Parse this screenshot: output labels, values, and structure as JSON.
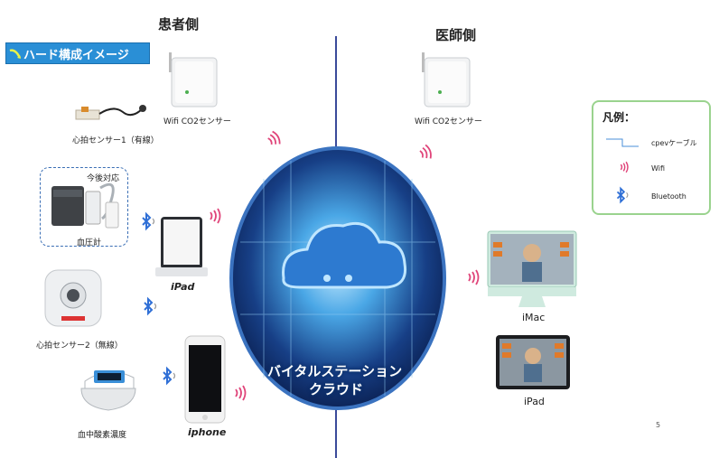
{
  "badge": {
    "label": "ハード構成イメージ"
  },
  "patient_side": {
    "title": "患者側"
  },
  "doctor_side": {
    "title": "医師側"
  },
  "patient_devices": {
    "co2": "Wifi CO2センサー",
    "heart1": "心拍センサー1（有線）",
    "future": "今後対応",
    "bp": "血圧計",
    "heart2": "心拍センサー2（無線）",
    "spo2": "血中酸素濃度",
    "ipad": "iPad",
    "iphone": "iphone"
  },
  "doctor_devices": {
    "co2": "Wifi CO2センサー",
    "imac": "iMac",
    "ipad": "iPad"
  },
  "cloud": {
    "line1": "バイタルステーション",
    "line2": "クラウド"
  },
  "legend": {
    "title": "凡例：",
    "items": [
      {
        "label": "cpevケーブル",
        "icon": "cable-line-icon"
      },
      {
        "label": "Wifi",
        "icon": "wifi-icon"
      },
      {
        "label": "Bluetooth",
        "icon": "bluetooth-icon"
      }
    ]
  },
  "page_number": "5",
  "colors": {
    "accent": "#2a8fd6",
    "wifi": "#e0457a",
    "bluetooth": "#2f6fd6",
    "legend_border": "#9ad38e",
    "divider": "#3a4a9a"
  }
}
